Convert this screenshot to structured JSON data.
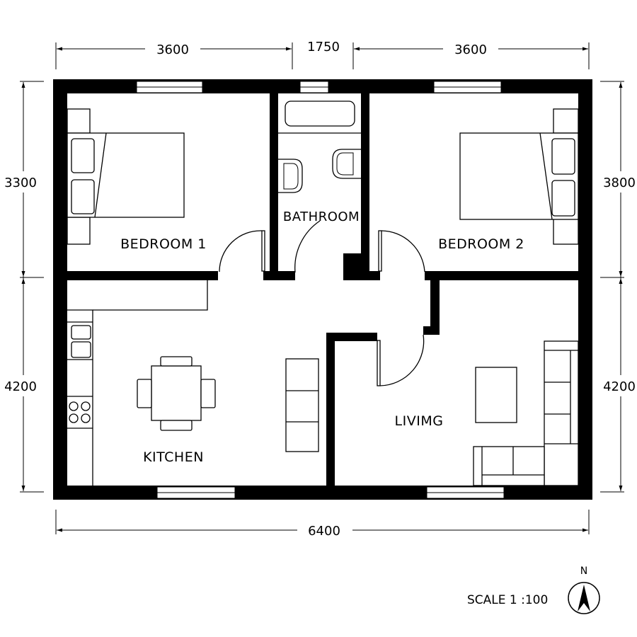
{
  "plan": {
    "rooms": {
      "bedroom1": "BEDROOM 1",
      "bathroom": "BATHROOM",
      "bedroom2": "BEDROOM 2",
      "kitchen": "KITCHEN",
      "living": "LIVIMG"
    },
    "dimensions": {
      "top_left": "3600",
      "top_middle": "1750",
      "top_right": "3600",
      "left_upper": "3300",
      "left_lower": "4200",
      "right_upper": "3800",
      "right_lower": "4200",
      "bottom_total": "6400"
    },
    "scale_label": "SCALE 1 :100",
    "north_label": "N"
  },
  "colors": {
    "wall": "#000000",
    "background": "#ffffff"
  }
}
